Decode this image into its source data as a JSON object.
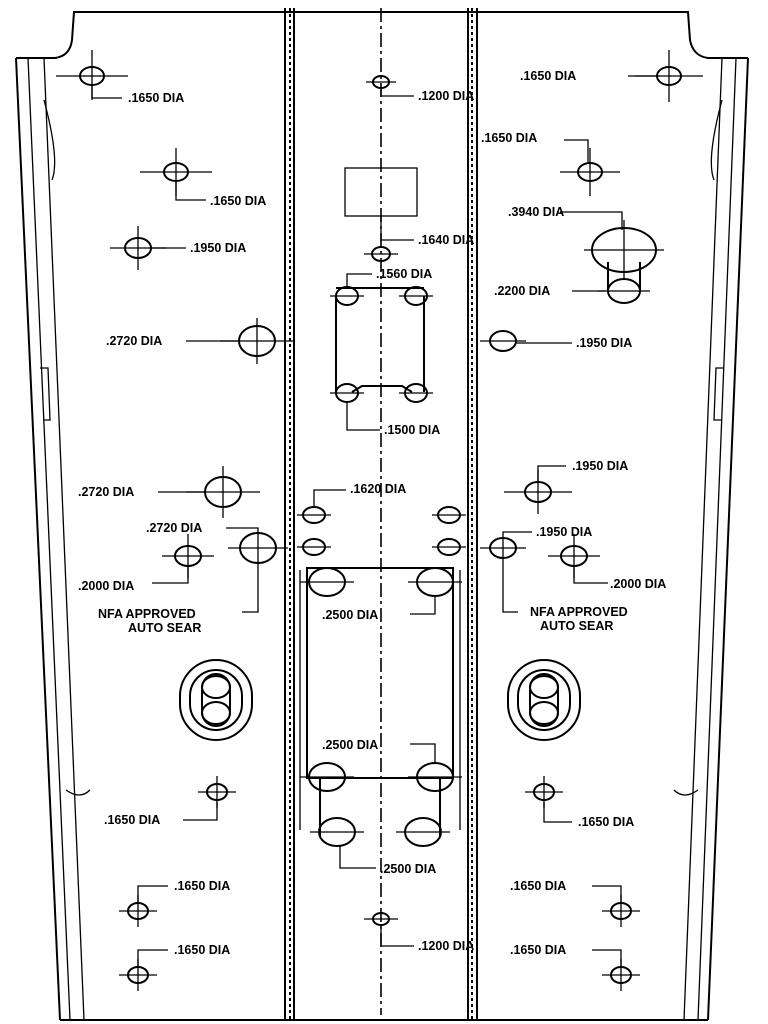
{
  "labels": {
    "tl_1650": ".1650 DIA",
    "top_1200": ".1200 DIA",
    "tr_1650": ".1650 DIA",
    "tr2_1650": ".1650 DIA",
    "l2_1650": ".1650 DIA",
    "r_3940": ".3940 DIA",
    "l_1950": ".1950 DIA",
    "c_1640": ".1640 DIA",
    "c_1560": ".1560 DIA",
    "r_2200": ".2200 DIA",
    "l_2720a": ".2720 DIA",
    "r_1950a": ".1950 DIA",
    "c_1500": ".1500 DIA",
    "r_1950b": ".1950 DIA",
    "l_2720b": ".2720 DIA",
    "c_1620": ".1620 DIA",
    "l_2720c": ".2720 DIA",
    "r_1950c": ".1950 DIA",
    "l_2000": ".2000 DIA",
    "r_2000": ".2000 DIA",
    "l_nfa_1": "NFA APPROVED",
    "l_nfa_2": "AUTO SEAR",
    "r_nfa_1": "NFA APPROVED",
    "r_nfa_2": "AUTO SEAR",
    "c_2500a": ".2500 DIA",
    "c_2500b": ".2500 DIA",
    "c_2500c": ".2500 DIA",
    "l_1650c": ".1650 DIA",
    "r_1650c": ".1650 DIA",
    "l_1650d": ".1650 DIA",
    "r_1650d": ".1650 DIA",
    "l_1650e": ".1650 DIA",
    "r_1650e": ".1650 DIA",
    "bot_1200": ".1200 DIA"
  }
}
